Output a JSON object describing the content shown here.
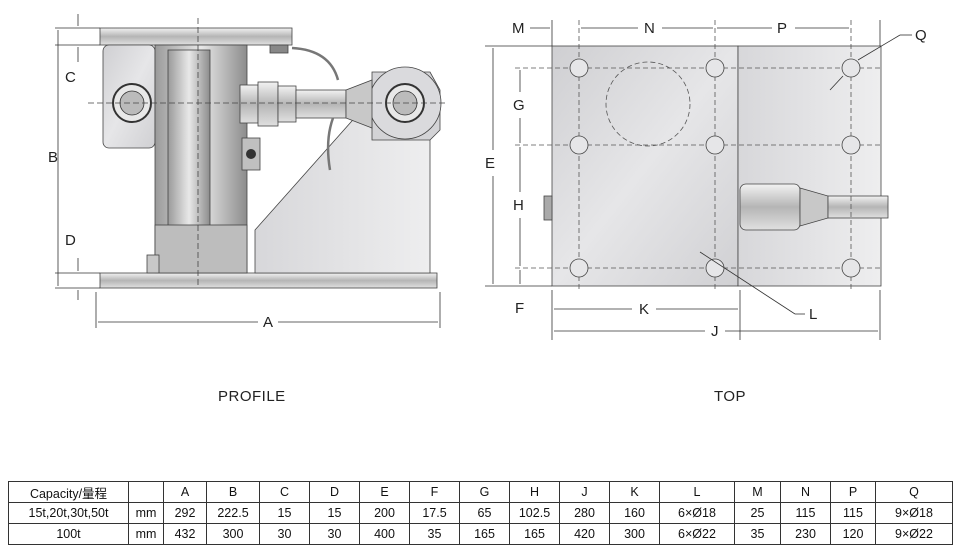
{
  "profile": {
    "caption": "PROFILE",
    "dims": {
      "A": "A",
      "B": "B",
      "C": "C",
      "D": "D"
    }
  },
  "top": {
    "caption": "TOP",
    "dims": {
      "M": "M",
      "N": "N",
      "P": "P",
      "Q": "Q",
      "G": "G",
      "E": "E",
      "H": "H",
      "F": "F",
      "K": "K",
      "L": "L",
      "J": "J"
    }
  },
  "spec_table": {
    "header": [
      "Capacity/量程",
      "",
      "A",
      "B",
      "C",
      "D",
      "E",
      "F",
      "G",
      "H",
      "J",
      "K",
      "L",
      "M",
      "N",
      "P",
      "Q"
    ],
    "rows": [
      [
        "15t,20t,30t,50t",
        "mm",
        "292",
        "222.5",
        "15",
        "15",
        "200",
        "17.5",
        "65",
        "102.5",
        "280",
        "160",
        "6×Ø18",
        "25",
        "115",
        "115",
        "9×Ø18"
      ],
      [
        "100t",
        "mm",
        "432",
        "300",
        "30",
        "30",
        "400",
        "35",
        "165",
        "165",
        "420",
        "300",
        "6×Ø22",
        "35",
        "230",
        "120",
        "9×Ø22"
      ]
    ]
  }
}
